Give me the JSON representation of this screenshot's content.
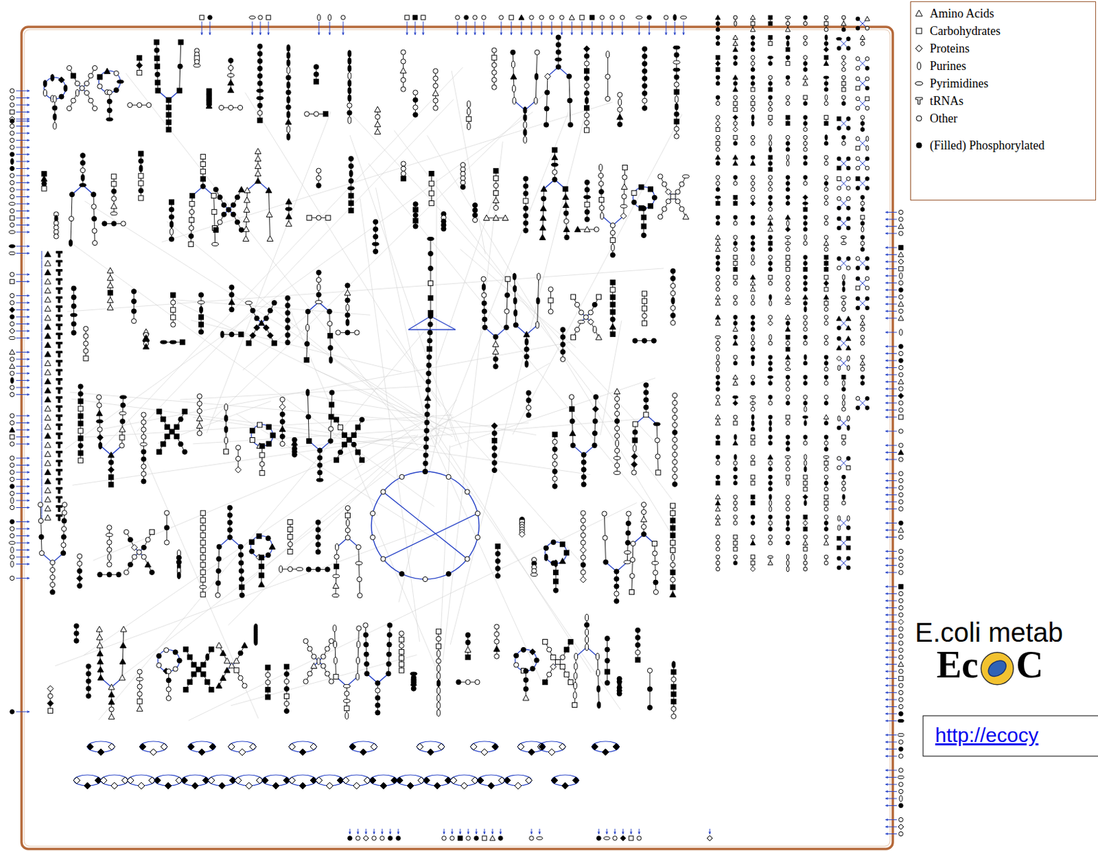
{
  "diagram": {
    "labels": [
      "E.coli metab",
      "Ec",
      "C",
      "http://ecocy"
    ],
    "legend": [
      {
        "text": "Amino Acids"
      },
      {
        "text": "Carbohydrates"
      },
      {
        "text": "Proteins"
      },
      {
        "text": "Purines"
      },
      {
        "text": "Pyrimidines"
      },
      {
        "text": "tRNAs"
      },
      {
        "text": "Other"
      },
      {
        "text": "(Filled) Phosphorylated"
      }
    ]
  }
}
